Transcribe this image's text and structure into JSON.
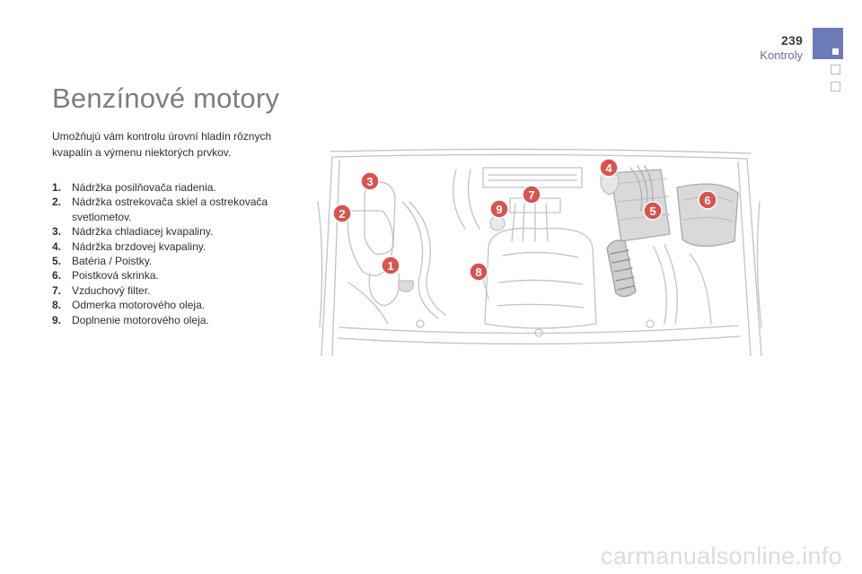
{
  "header": {
    "page_number": "239",
    "section": "Kontroly"
  },
  "colors": {
    "accent": "#6c7ab8",
    "callout": "#d9534f",
    "title": "#7d7d7d"
  },
  "title": "Benzínové motory",
  "intro": "Umožňujú vám kontrolu úrovní hladín rôznych kvapalín a výmenu niektorých prvkov.",
  "legend": [
    {
      "num": "1.",
      "text": "Nádržka posilňovača riadenia."
    },
    {
      "num": "2.",
      "text": "Nádržka ostrekovača skiel a ostrekovača svetlometov."
    },
    {
      "num": "3.",
      "text": "Nádržka chladiacej kvapaliny."
    },
    {
      "num": "4.",
      "text": "Nádržka brzdovej kvapaliny."
    },
    {
      "num": "5.",
      "text": "Batéria / Poistky."
    },
    {
      "num": "6.",
      "text": "Poistková skrinka."
    },
    {
      "num": "7.",
      "text": "Vzduchový filter."
    },
    {
      "num": "8.",
      "text": "Odmerka motorového oleja."
    },
    {
      "num": "9.",
      "text": "Doplnenie motorového oleja."
    }
  ],
  "figure": {
    "callouts": [
      "1",
      "2",
      "3",
      "4",
      "5",
      "6",
      "7",
      "8",
      "9"
    ]
  },
  "watermark": "carmanualsonline.info"
}
